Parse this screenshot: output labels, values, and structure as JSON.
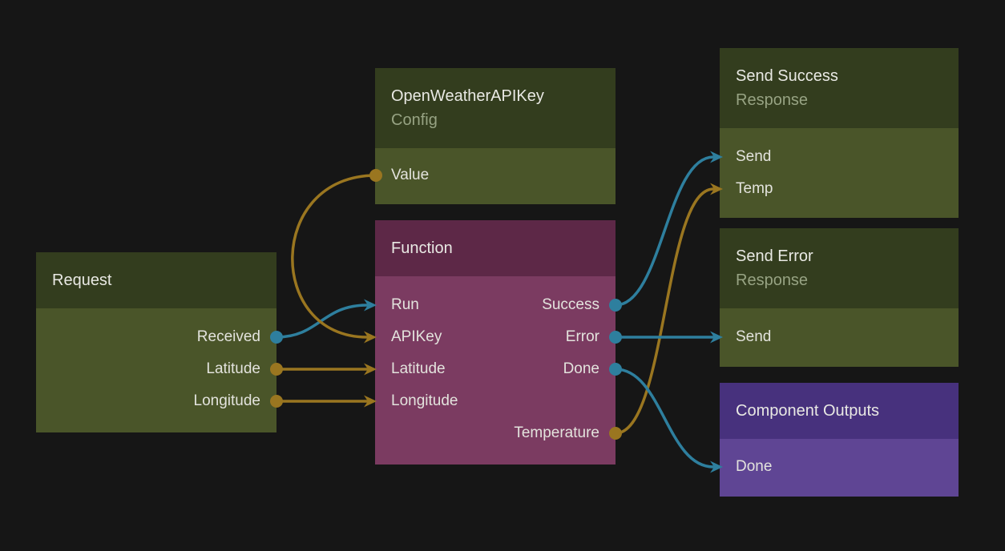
{
  "colors": {
    "background": "#161616",
    "green-header": "#333d1e",
    "green-body": "#4a5529",
    "maroon-header": "#5d2847",
    "maroon-body": "#7b3b61",
    "violet-header": "#47317d",
    "violet-body": "#5f4594",
    "teal": "#2e7f9e",
    "orange": "#9a7620",
    "title-text": "#e9e9e4",
    "subtitle-text": "#97a383",
    "port-text": "#e3e3dd"
  },
  "nodes": {
    "request": {
      "title": "Request",
      "outputs": [
        "Received",
        "Latitude",
        "Longitude"
      ]
    },
    "openweather_api_key": {
      "title": "OpenWeatherAPIKey",
      "subtitle": "Config",
      "outputs": [
        "Value"
      ]
    },
    "function": {
      "title": "Function",
      "inputs": [
        "Run",
        "APIKey",
        "Latitude",
        "Longitude"
      ],
      "outputs": [
        "Success",
        "Error",
        "Done",
        "Temperature"
      ]
    },
    "send_success": {
      "title": "Send Success",
      "subtitle": "Response",
      "inputs": [
        "Send",
        "Temp"
      ]
    },
    "send_error": {
      "title": "Send Error",
      "subtitle": "Response",
      "inputs": [
        "Send"
      ]
    },
    "component_outputs": {
      "title": "Component Outputs",
      "inputs": [
        "Done"
      ]
    }
  },
  "edges": [
    {
      "from": "Request.Received",
      "to": "Function.Run",
      "color": "teal"
    },
    {
      "from": "OpenWeatherAPIKey.Value",
      "to": "Function.APIKey",
      "color": "orange"
    },
    {
      "from": "Request.Latitude",
      "to": "Function.Latitude",
      "color": "orange"
    },
    {
      "from": "Request.Longitude",
      "to": "Function.Longitude",
      "color": "orange"
    },
    {
      "from": "Function.Success",
      "to": "Send Success.Send",
      "color": "teal"
    },
    {
      "from": "Function.Temperature",
      "to": "Send Success.Temp",
      "color": "orange"
    },
    {
      "from": "Function.Error",
      "to": "Send Error.Send",
      "color": "teal"
    },
    {
      "from": "Function.Done",
      "to": "Component Outputs.Done",
      "color": "teal"
    }
  ]
}
